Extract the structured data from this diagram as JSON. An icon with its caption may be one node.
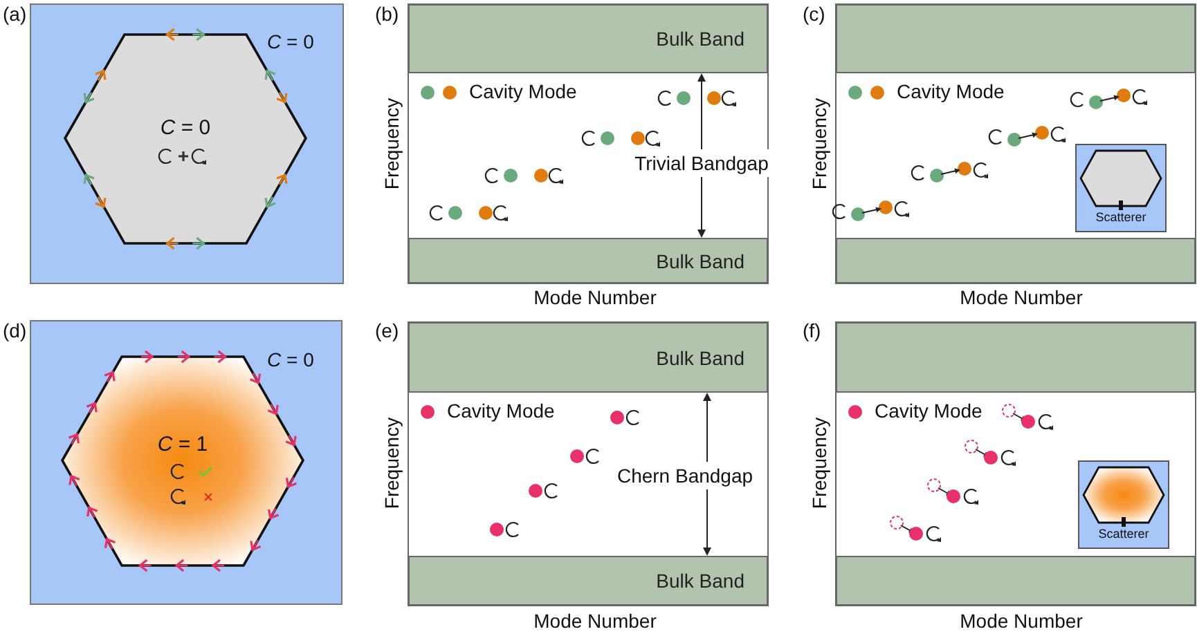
{
  "diagram": {
    "nodes": [
      {
        "text": [
          "*C* = 0"
        ]
      },
      {
        "text": [
          "Bulk Band"
        ]
      },
      {
        "text": [
          "Bulk Band"
        ]
      },
      {
        "text": [],
        "shape": "box"
      },
      {
        "text": [],
        "shape": "box"
      },
      {
        "text": [
          "Scatterer"
        ]
      },
      {
        "text": [
          "*C* = 1"
        ]
      },
      {
        "text": [
          "Bulk Band"
        ]
      },
      {
        "text": [
          "Bulk Band"
        ]
      },
      {
        "text": [],
        "shape": "box"
      },
      {
        "text": [],
        "shape": "box"
      },
      {
        "text": [
          "Scatterer"
        ]
      }
    ],
    "edges": [
      {
        "from": 1,
        "to": 2,
        "arrow": "both",
        "label": "Trivial Bandgap"
      },
      {
        "from": 7,
        "to": 8,
        "arrow": "both",
        "label": "Chern Bandgap"
      }
    ],
    "labels": [
      "(a)",
      "*C* = 0",
      "(b)",
      "Frequency",
      "Mode Number",
      "(c)",
      "Frequency",
      "Mode Number",
      "(d)",
      "*C* = 0",
      "(e)",
      "Frequency",
      "Mode Number",
      "(f)",
      "Frequency",
      "Mode Number"
    ],
    "legend": [
      {
        "text": "Cavity Mode"
      },
      {
        "text": "Cavity Mode"
      },
      {
        "text": "Cavity Mode"
      },
      {
        "text": "Cavity Mode"
      }
    ]
  }
}
